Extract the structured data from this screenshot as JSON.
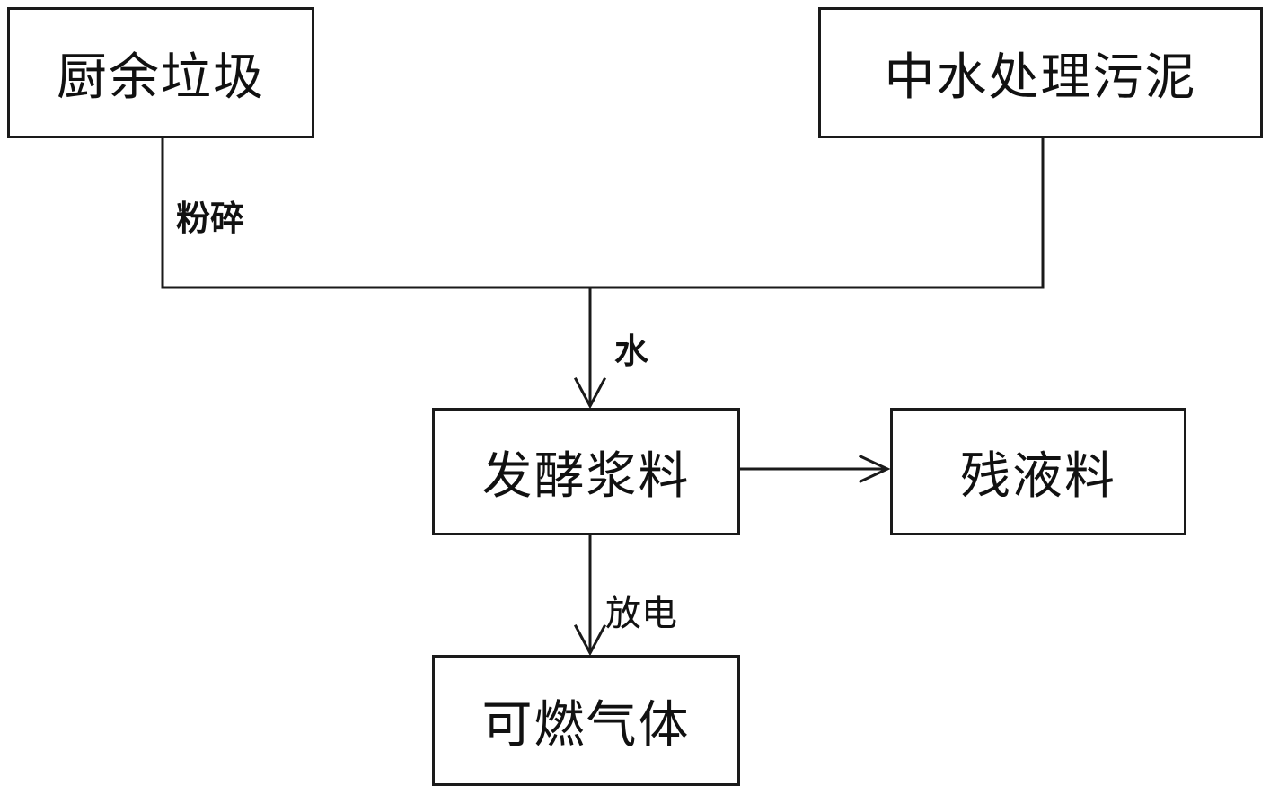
{
  "nodes": {
    "kitchen_waste": "厨余垃圾",
    "reclaimed_water_sludge": "中水处理污泥",
    "fermentation_slurry": "发酵浆料",
    "residue_liquid": "残液料",
    "combustible_gas": "可燃气体"
  },
  "edges": {
    "crush": "粉碎",
    "water": "水",
    "discharge": "放电"
  },
  "colors": {
    "line": "#1a1a1a",
    "background": "#ffffff"
  }
}
